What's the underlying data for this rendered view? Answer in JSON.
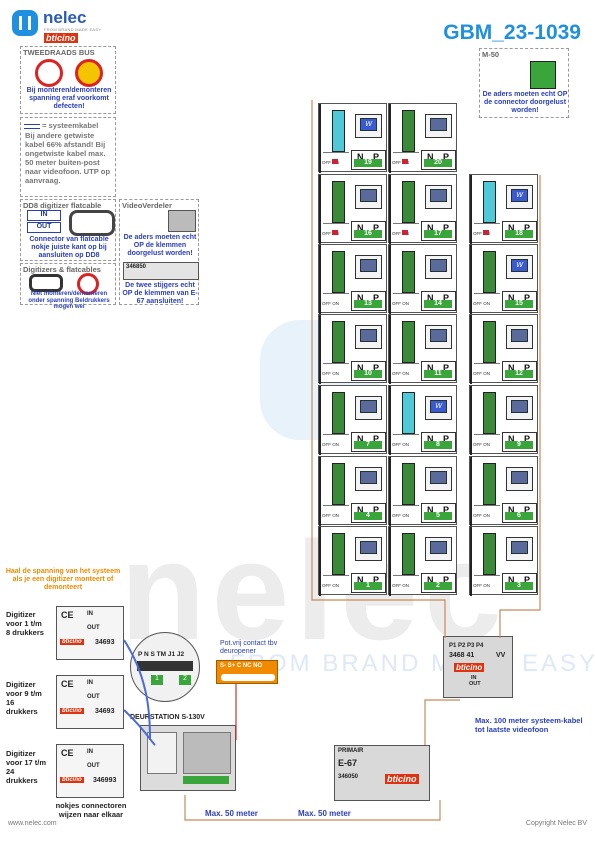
{
  "header": {
    "brand": "nelec",
    "brand_tag": "FROM BRAND MADE EASY",
    "sub_brand": "bticino",
    "doc_id": "GBM_23-1039"
  },
  "colors": {
    "accent": "#1f8fe0",
    "note_blue": "#2b3fb5",
    "warn_orange": "#f08a00",
    "green": "#3aa53a",
    "red": "#cc2222"
  },
  "boxes": {
    "tweedraads": {
      "title": "TWEEDRAADS BUS",
      "note": "Bij monteren/demonteren spanning eraf voorkomt defecten!"
    },
    "systeemkabel": {
      "title": "= systeemkabel",
      "text": "Bij andere getwiste kabel 66% afstand! Bij ongetwiste kabel max. 50 meter buiten-post naar videofoon. UTP op aanvraag."
    },
    "dd8": {
      "title": "DD8 digitizer flatcable",
      "in": "IN",
      "out": "OUT",
      "note": "Connector van flatcable nokje juiste kant op bij aansluiten op DD8"
    },
    "videoverdeler": {
      "title": "VideoVerdeler",
      "note1": "De aders moeten echt OP de klemmen doorgelust worden!",
      "device": "346850",
      "note2": "De twee stijgers echt OP de klemmen van E-67 aansluiten!"
    },
    "digitizers": {
      "title": "Digitizers & flatcables",
      "note": "Niet monteren/demonteren onder spanning Beldrukkers mogen wel"
    },
    "m50": {
      "title": "M-50",
      "note": "De aders moeten echt OP de connector doorgelust worden!"
    }
  },
  "apartments": {
    "np_n": "N",
    "np_p": "P",
    "offon": "OFF ON",
    "numbers": [
      "19",
      "20",
      "16",
      "17",
      "18",
      "13",
      "14",
      "15",
      "10",
      "11",
      "12",
      "7",
      "8",
      "9",
      "4",
      "5",
      "6",
      "1",
      "2",
      "3"
    ],
    "monitor_letter": "W"
  },
  "left": {
    "warning": "Haal de spanning van het systeem als je een digitizer monteert of demonteert",
    "dig1": "Digitizer voor 1 t/m 8 drukkers",
    "dig2": "Digitizer voor 9 t/m 16 drukkers",
    "dig3": "Digitizer voor 17 t/m 24 drukkers",
    "model1": "34693",
    "model2": "34693",
    "model3": "346993",
    "nokjes": "nokjes connectoren wijzen naar elkaar",
    "ce": "CE",
    "in": "IN",
    "out": "OUT"
  },
  "deurstation": {
    "label": "DEURSTATION S-130V",
    "terminals": "P N S TM J1 J2",
    "slot1": "1",
    "slot2": "2"
  },
  "contact": {
    "title": "Pot.vrij contact tbv deuropener",
    "terminals": "S- S+ C NC NO"
  },
  "distributor": {
    "model": "3468 41",
    "vv": "VV",
    "ports": "P1 P2 P3 P4",
    "in": "IN",
    "out": "OUT",
    "note": "Max. 100 meter systeem-kabel tot laatste videofoon"
  },
  "e67": {
    "primair": "PRIMAIR",
    "name": "E-67",
    "model": "346050"
  },
  "bottom": {
    "max1": "Max. 50 meter",
    "max2": "Max. 50 meter",
    "site": "www.nelec.com",
    "copyright": "Copyright Nelec BV"
  },
  "watermark": {
    "text": "nelec",
    "sub": "FROM BRAND MADE EASY"
  }
}
